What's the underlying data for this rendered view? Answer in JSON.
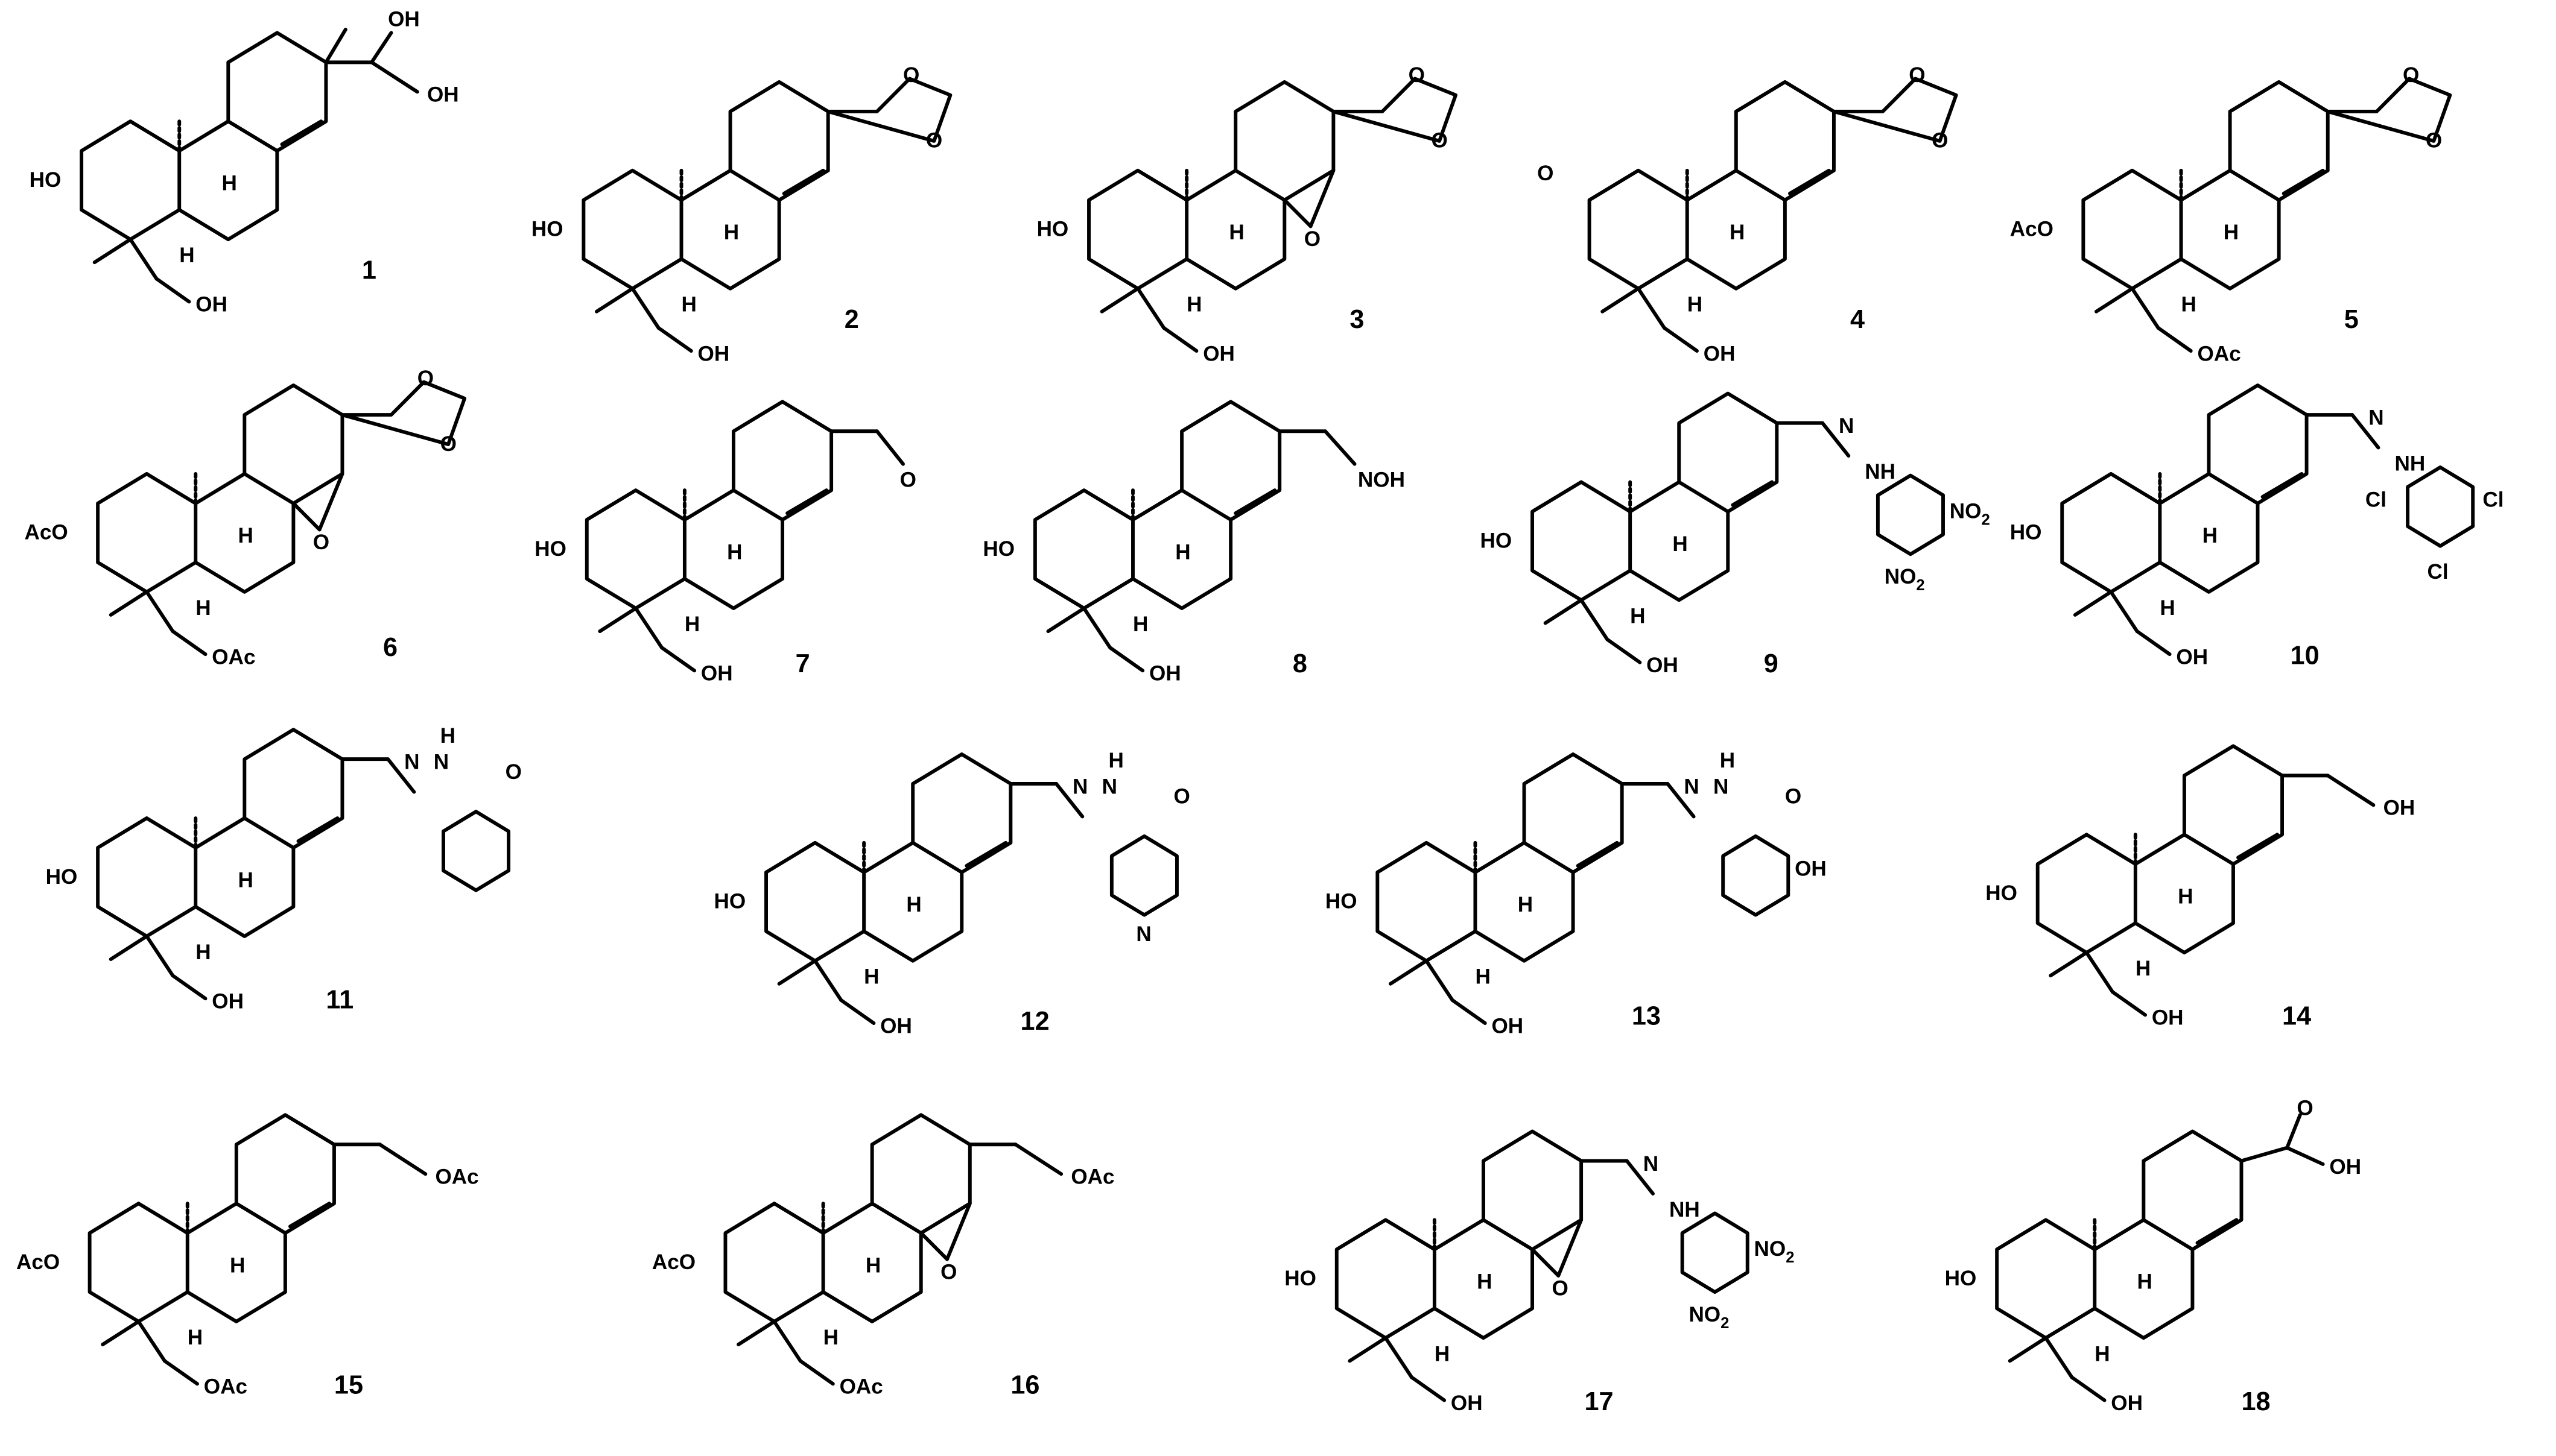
{
  "figure": {
    "compounds": [
      {
        "number": "1",
        "atoms": {
          "oh_c2": "HO",
          "h_9": "H",
          "h_5": "H",
          "oh_19": "OH",
          "oh_side": "OH",
          "oh_side2": "OH"
        }
      },
      {
        "number": "2",
        "atoms": {
          "oh_c2": "HO",
          "h_9": "H",
          "h_5": "H",
          "oh_19": "OH",
          "o1": "O",
          "o2": "O"
        }
      },
      {
        "number": "3",
        "atoms": {
          "oh_c2": "HO",
          "h_9": "H",
          "h_5": "H",
          "oh_19": "OH",
          "o1": "O",
          "o2": "O",
          "epoxide": "O"
        }
      },
      {
        "number": "4",
        "atoms": {
          "keto": "O",
          "h_9": "H",
          "h_5": "H",
          "oh_19": "OH",
          "o1": "O",
          "o2": "O"
        }
      },
      {
        "number": "5",
        "atoms": {
          "oac_c2": "AcO",
          "h_9": "H",
          "h_5": "H",
          "oac_19": "OAc",
          "o1": "O",
          "o2": "O"
        }
      },
      {
        "number": "6",
        "atoms": {
          "oac_c2": "AcO",
          "h_9": "H",
          "h_5": "H",
          "oac_19": "OAc",
          "o1": "O",
          "o2": "O",
          "epoxide": "O"
        }
      },
      {
        "number": "7",
        "atoms": {
          "oh_c2": "HO",
          "h_9": "H",
          "h_5": "H",
          "oh_19": "OH",
          "aldehyde": "O"
        }
      },
      {
        "number": "8",
        "atoms": {
          "oh_c2": "HO",
          "h_9": "H",
          "h_5": "H",
          "oh_19": "OH",
          "oxime": "NOH"
        }
      },
      {
        "number": "9",
        "atoms": {
          "oh_c2": "HO",
          "h_9": "H",
          "h_5": "H",
          "oh_19": "OH",
          "n_imine": "N",
          "nh": "NH",
          "no2": "NO",
          "no2_sub": "2"
        }
      },
      {
        "number": "10",
        "atoms": {
          "oh_c2": "HO",
          "h_9": "H",
          "h_5": "H",
          "oh_19": "OH",
          "n_imine": "N",
          "nh": "NH",
          "cl": "Cl"
        }
      },
      {
        "number": "11",
        "atoms": {
          "oh_c2": "HO",
          "h_9": "H",
          "h_5": "H",
          "oh_19": "OH",
          "n_imine": "N",
          "h_amide": "H",
          "n_amide": "N",
          "carbonyl": "O"
        }
      },
      {
        "number": "12",
        "atoms": {
          "oh_c2": "HO",
          "h_9": "H",
          "h_5": "H",
          "oh_19": "OH",
          "n_imine": "N",
          "h_amide": "H",
          "n_amide": "N",
          "carbonyl": "O",
          "pyridine_n": "N"
        }
      },
      {
        "number": "13",
        "atoms": {
          "oh_c2": "HO",
          "h_9": "H",
          "h_5": "H",
          "oh_19": "OH",
          "n_imine": "N",
          "h_amide": "H",
          "n_amide": "N",
          "carbonyl": "O",
          "phenol": "OH"
        }
      },
      {
        "number": "14",
        "atoms": {
          "oh_c2": "HO",
          "h_9": "H",
          "h_5": "H",
          "oh_19": "OH",
          "oh_side": "OH"
        }
      },
      {
        "number": "15",
        "atoms": {
          "oac_c2": "AcO",
          "h_9": "H",
          "h_5": "H",
          "oac_19": "OAc",
          "oac_side": "OAc"
        }
      },
      {
        "number": "16",
        "atoms": {
          "oac_c2": "AcO",
          "h_9": "H",
          "h_5": "H",
          "oac_19": "OAc",
          "oac_side": "OAc",
          "epoxide": "O"
        }
      },
      {
        "number": "17",
        "atoms": {
          "oh_c2": "HO",
          "h_9": "H",
          "h_5": "H",
          "oh_19": "OH",
          "epoxide": "O",
          "n_imine": "N",
          "nh": "NH",
          "no2": "NO",
          "no2_sub": "2"
        }
      },
      {
        "number": "18",
        "atoms": {
          "oh_c2": "HO",
          "h_9": "H",
          "h_5": "H",
          "oh_19": "OH",
          "acid_o": "O",
          "acid_oh": "OH"
        }
      }
    ]
  }
}
